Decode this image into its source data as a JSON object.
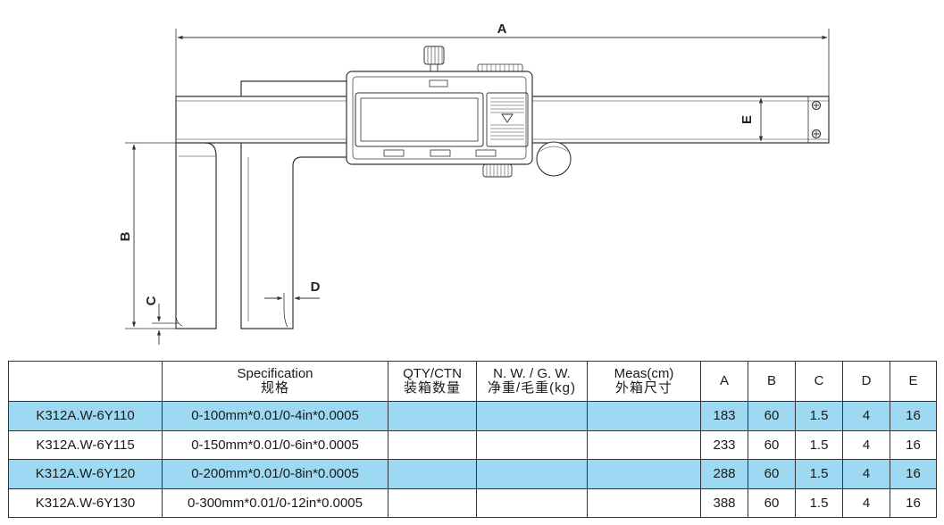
{
  "drawing": {
    "dim_labels": {
      "A": "A",
      "B": "B",
      "C": "C",
      "D": "D",
      "E": "E"
    },
    "line_color": "#333333"
  },
  "table": {
    "headers": {
      "model": "",
      "spec_en": "Specification",
      "spec_cn": "规格",
      "qty_en": "QTY/CTN",
      "qty_cn": "装箱数量",
      "nw_en": "N. W. / G. W.",
      "nw_cn": "净重/毛重(kg)",
      "meas_en": "Meas(cm)",
      "meas_cn": "外箱尺寸",
      "a": "A",
      "b": "B",
      "c": "C",
      "d": "D",
      "e": "E"
    },
    "highlight_color": "#9dd9f3",
    "rows": [
      {
        "model": "K312A.W-6Y110",
        "spec": "0-100mm*0.01/0-4in*0.0005",
        "qty": "",
        "nw": "",
        "meas": "",
        "a": "183",
        "b": "60",
        "c": "1.5",
        "d": "4",
        "e": "16",
        "highlight": true
      },
      {
        "model": "K312A.W-6Y115",
        "spec": "0-150mm*0.01/0-6in*0.0005",
        "qty": "",
        "nw": "",
        "meas": "",
        "a": "233",
        "b": "60",
        "c": "1.5",
        "d": "4",
        "e": "16",
        "highlight": false
      },
      {
        "model": "K312A.W-6Y120",
        "spec": "0-200mm*0.01/0-8in*0.0005",
        "qty": "",
        "nw": "",
        "meas": "",
        "a": "288",
        "b": "60",
        "c": "1.5",
        "d": "4",
        "e": "16",
        "highlight": true
      },
      {
        "model": "K312A.W-6Y130",
        "spec": "0-300mm*0.01/0-12in*0.0005",
        "qty": "",
        "nw": "",
        "meas": "",
        "a": "388",
        "b": "60",
        "c": "1.5",
        "d": "4",
        "e": "16",
        "highlight": false
      }
    ]
  }
}
